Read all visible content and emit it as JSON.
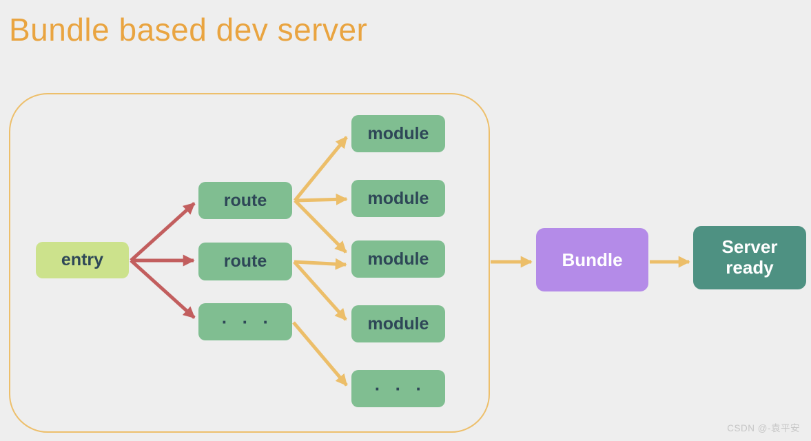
{
  "title": "Bundle based dev server",
  "diagram": {
    "entry": {
      "label": "entry"
    },
    "routes": [
      {
        "label": "route"
      },
      {
        "label": "route"
      },
      {
        "label": "· · ·"
      }
    ],
    "modules": [
      {
        "label": "module"
      },
      {
        "label": "module"
      },
      {
        "label": "module"
      },
      {
        "label": "module"
      },
      {
        "label": "· · ·"
      }
    ],
    "bundle": {
      "label": "Bundle"
    },
    "server": {
      "label": "Server ready"
    }
  },
  "watermark": "CSDN @-袁平安",
  "colors": {
    "background": "#eeeeee",
    "title": "#e9a440",
    "container_border": "#edbf6b",
    "entry_fill": "#cce28c",
    "node_fill_green": "#80be91",
    "bundle_fill": "#b48be8",
    "server_fill": "#4e9182",
    "node_text_dark": "#2e4757",
    "node_text_light": "#ffffff",
    "arrow_red": "#c25e5e",
    "arrow_yellow": "#ecbe69"
  }
}
